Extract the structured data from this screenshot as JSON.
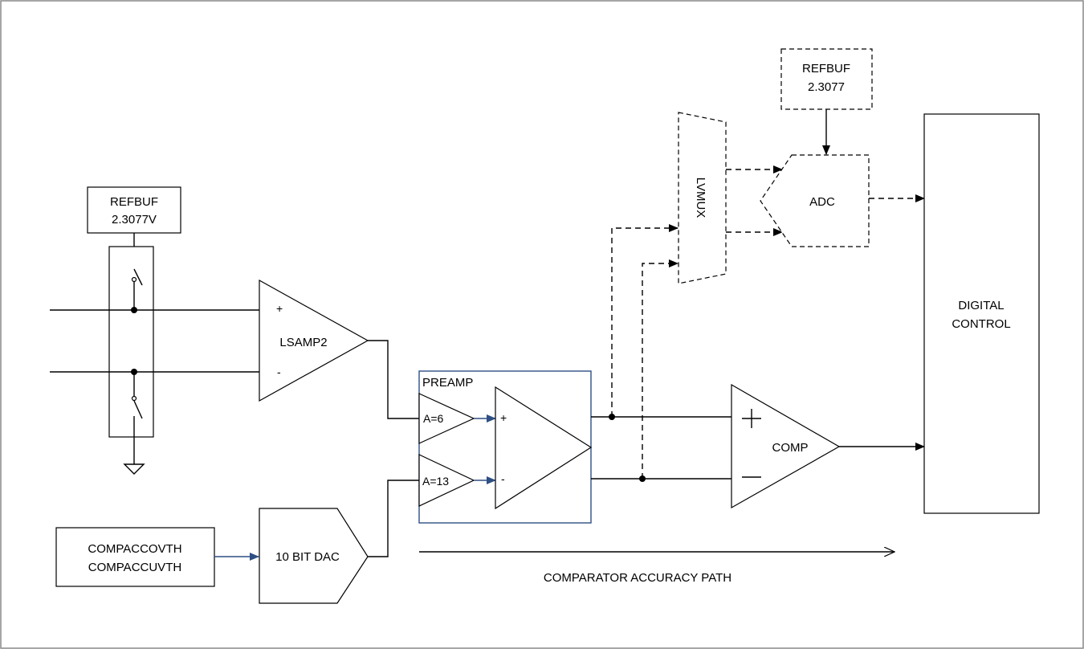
{
  "refbuf_left": {
    "line1": "REFBUF",
    "line2": "2.3077V"
  },
  "refbuf_top": {
    "line1": "REFBUF",
    "line2": "2.3077"
  },
  "lsamp": {
    "label": "LSAMP2",
    "plus": "+",
    "minus": "-"
  },
  "preamp": {
    "title": "PREAMP",
    "gain1": "A=6",
    "gain2": "A=13",
    "plus": "+",
    "minus": "-"
  },
  "lvmux": {
    "label": "LVMUX"
  },
  "adc": {
    "label": "ADC"
  },
  "comp": {
    "label": "COMP"
  },
  "digital": {
    "line1": "DIGITAL",
    "line2": "CONTROL"
  },
  "dac": {
    "label": "10 BIT DAC"
  },
  "compacc": {
    "line1": "COMPACCOVTH",
    "line2": "COMPACCUVTH"
  },
  "path_label": "COMPARATOR ACCURACY PATH",
  "colors": {
    "signal_blue": "#2e4f84",
    "line": "#000000",
    "frame": "#888888"
  }
}
